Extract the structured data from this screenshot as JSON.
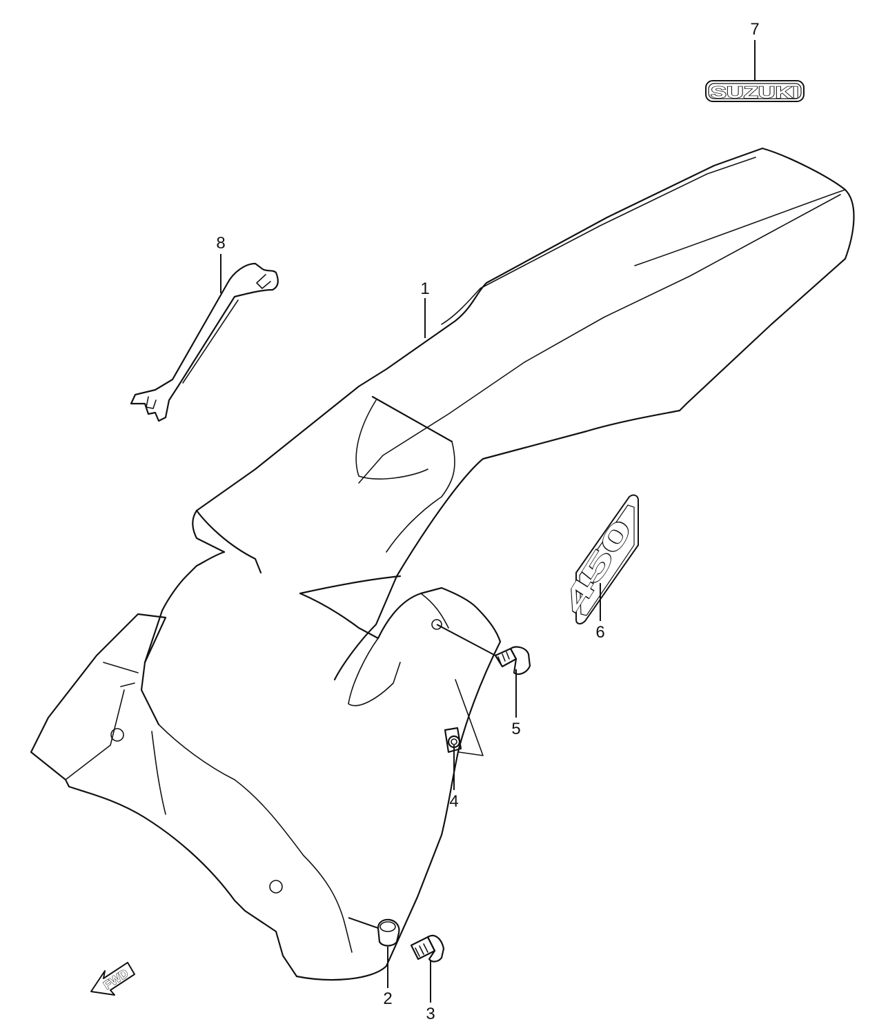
{
  "parts": [
    {
      "number": "1",
      "name": "rear-fender"
    },
    {
      "number": "2",
      "name": "nut"
    },
    {
      "number": "3",
      "name": "bolt"
    },
    {
      "number": "4",
      "name": "clip-nut"
    },
    {
      "number": "5",
      "name": "bolt"
    },
    {
      "number": "6",
      "name": "emblem-450"
    },
    {
      "number": "7",
      "name": "emblem-suzuki"
    },
    {
      "number": "8",
      "name": "spanner"
    }
  ],
  "emblems": {
    "suzuki": "SUZUKI",
    "model": "450"
  },
  "direction_marker": "FWD"
}
